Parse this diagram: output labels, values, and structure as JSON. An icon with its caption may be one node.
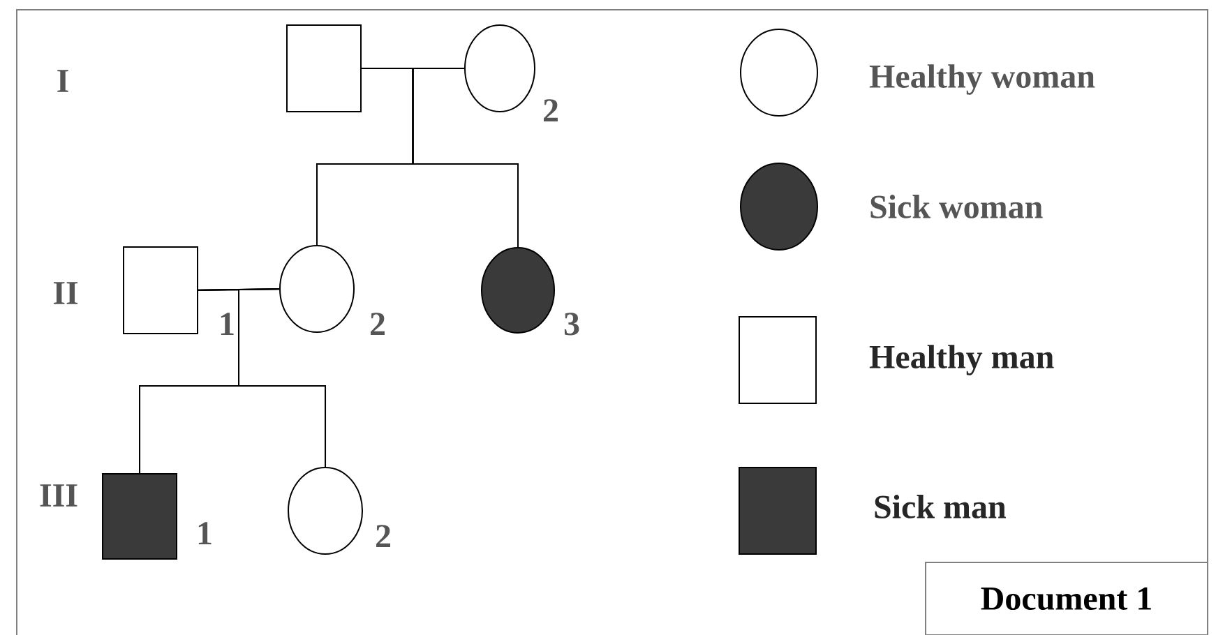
{
  "diagram": {
    "nodes": [
      {
        "text": [],
        "shape": "box"
      },
      {
        "text": [],
        "shape": "circle",
        "beside": [
          "2"
        ]
      },
      {
        "text": [],
        "shape": "box",
        "beside": [
          "1"
        ]
      },
      {
        "text": [],
        "shape": "circle",
        "beside": [
          "2"
        ]
      },
      {
        "text": [],
        "shape": "disc",
        "beside": [
          "3"
        ]
      },
      {
        "text": [],
        "shape": "block",
        "beside": [
          "1"
        ]
      },
      {
        "text": [],
        "shape": "circle",
        "beside": [
          "2"
        ]
      },
      {
        "text": [
          "Document 1"
        ]
      }
    ],
    "edges": [
      {
        "from": 0,
        "to": 1,
        "arrow": "none"
      },
      {
        "from": 0,
        "to": 3,
        "arrow": "none"
      },
      {
        "from": 0,
        "to": 4,
        "arrow": "none"
      },
      {
        "from": 1,
        "to": 3,
        "arrow": "none"
      },
      {
        "from": 1,
        "to": 4,
        "arrow": "none"
      },
      {
        "from": 2,
        "to": 3,
        "arrow": "none"
      },
      {
        "from": 2,
        "to": 5,
        "arrow": "none"
      },
      {
        "from": 2,
        "to": 6,
        "arrow": "none"
      },
      {
        "from": 3,
        "to": 5,
        "arrow": "none"
      },
      {
        "from": 3,
        "to": 6,
        "arrow": "none"
      }
    ],
    "labels": [
      "I",
      "II",
      "III"
    ],
    "legend": [
      {
        "text": "Healthy woman"
      },
      {
        "text": "Sick woman",
        "color": "#3a3a3a"
      },
      {
        "text": "Healthy man"
      },
      {
        "text": "Sick man",
        "color": "#3a3a3a"
      }
    ]
  }
}
